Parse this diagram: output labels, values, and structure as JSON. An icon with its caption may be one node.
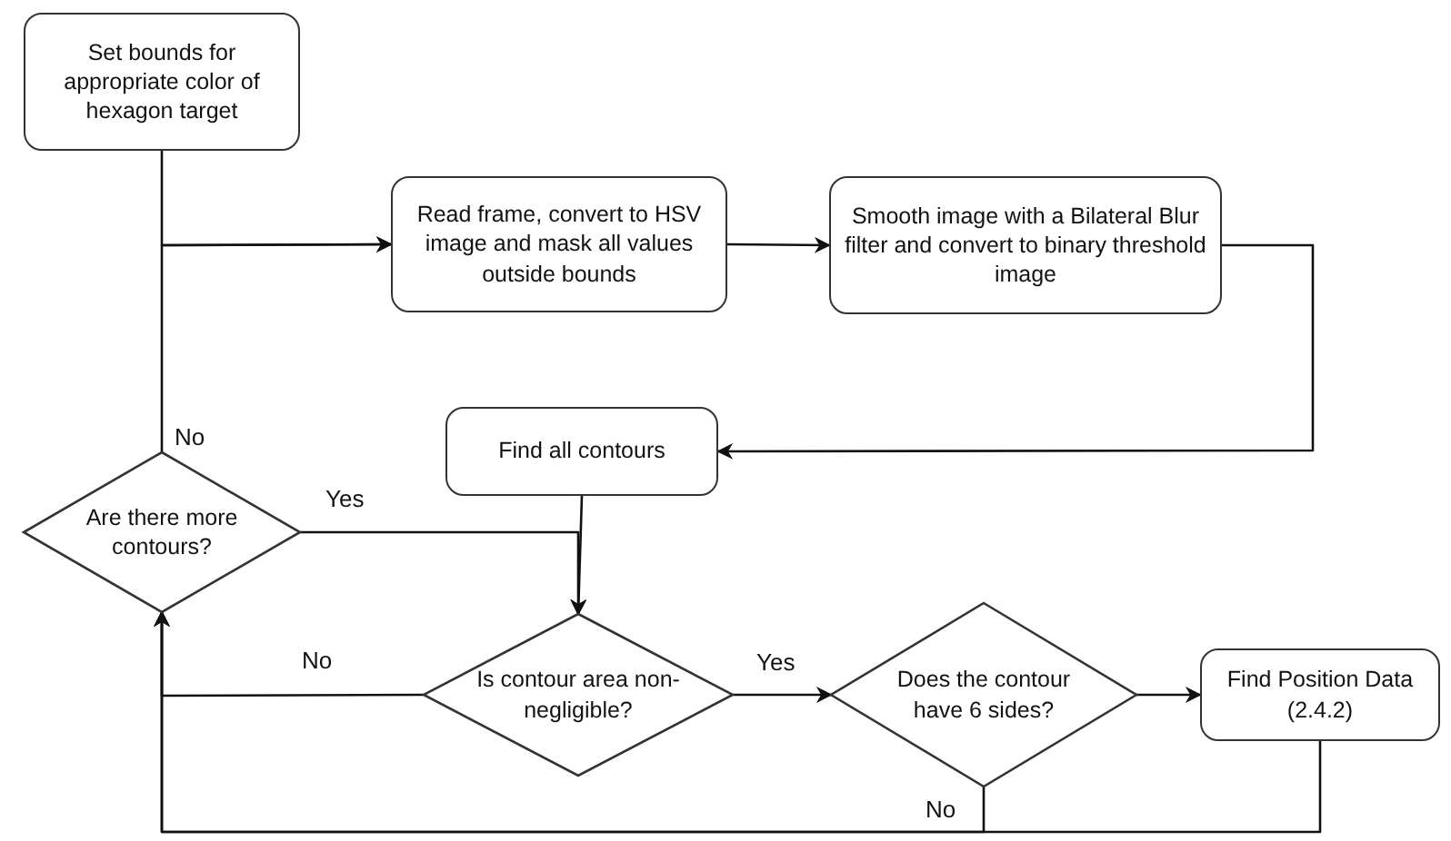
{
  "diagram": {
    "nodes": [
      {
        "text": [
          "Set bounds for appropriate color of hexagon target"
        ]
      },
      {
        "text": [
          "Read frame, convert to HSV image and mask all values outside bounds"
        ]
      },
      {
        "text": [
          "Smooth image with a Bilateral Blur filter and convert to binary threshold image"
        ]
      },
      {
        "text": [
          "Find all contours"
        ]
      },
      {
        "text": [
          "Are there more contours?"
        ]
      },
      {
        "text": [
          "Is contour area non-negligible?"
        ]
      },
      {
        "text": [
          "Does the contour have 6 sides?"
        ]
      },
      {
        "text": [
          "Find Position Data (2.4.2)"
        ]
      }
    ],
    "edges": [
      {
        "from": 0,
        "to": 1,
        "arrow": "to"
      },
      {
        "from": 4,
        "to": 1,
        "arrow": "to",
        "label": "No"
      },
      {
        "from": 1,
        "to": 2,
        "arrow": "to"
      },
      {
        "from": 2,
        "to": 3,
        "arrow": "to"
      },
      {
        "from": 3,
        "to": 5,
        "arrow": "to"
      },
      {
        "from": 4,
        "to": 5,
        "arrow": "to",
        "label": "Yes"
      },
      {
        "from": 5,
        "to": 4,
        "arrow": "to",
        "label": "No"
      },
      {
        "from": 5,
        "to": 6,
        "arrow": "to",
        "label": "Yes"
      },
      {
        "from": 6,
        "to": 7,
        "arrow": "to"
      },
      {
        "from": 6,
        "to": 4,
        "arrow": "to",
        "label": "No"
      },
      {
        "from": 7,
        "to": 4,
        "arrow": "to"
      }
    ]
  }
}
